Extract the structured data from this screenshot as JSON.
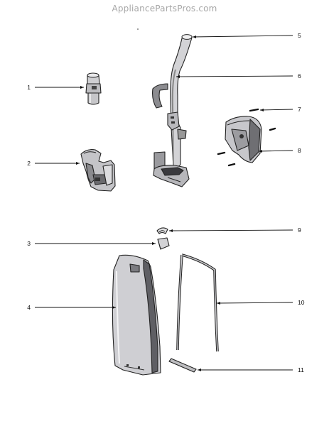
{
  "watermark": "AppliancePartsPros.com",
  "callouts": [
    {
      "id": "1",
      "label": "1"
    },
    {
      "id": "2",
      "label": "2"
    },
    {
      "id": "3",
      "label": "3"
    },
    {
      "id": "4",
      "label": "4"
    },
    {
      "id": "5",
      "label": "5"
    },
    {
      "id": "6",
      "label": "6"
    },
    {
      "id": "7",
      "label": "7"
    },
    {
      "id": "8",
      "label": "8"
    },
    {
      "id": "9",
      "label": "9"
    },
    {
      "id": "10",
      "label": "10"
    },
    {
      "id": "11",
      "label": "11"
    }
  ],
  "colors": {
    "line": "#111111",
    "part_fill": "#c9c9cc",
    "part_shade": "#6e6e72",
    "dark": "#2a2a2a",
    "watermark": "#a6a6a6"
  }
}
